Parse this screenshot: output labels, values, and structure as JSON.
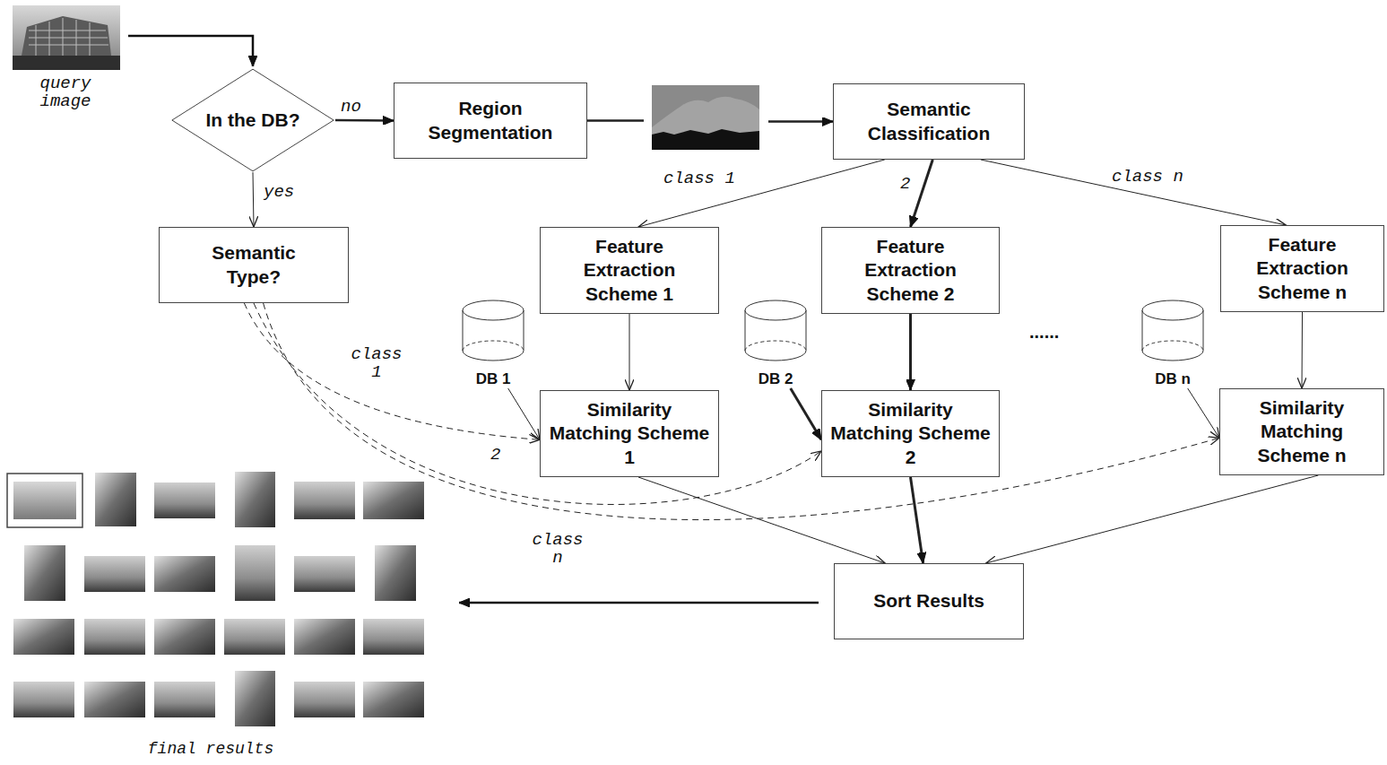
{
  "diagram": {
    "nodes": [
      {
        "text": [
          "In the DB?"
        ]
      },
      {
        "text": [
          "Region Segmentation"
        ]
      },
      {
        "text": [
          "Semantic Classification"
        ]
      },
      {
        "text": [
          "Semantic Type?"
        ]
      },
      {
        "text": [
          "Feature Extraction Scheme 1"
        ]
      },
      {
        "text": [
          "Feature Extraction Scheme 2"
        ]
      },
      {
        "text": [
          "Feature Extraction Scheme n"
        ]
      },
      {
        "text": [
          "DB 1"
        ]
      },
      {
        "text": [
          "Similarity Matching Scheme 1"
        ]
      },
      {
        "text": [
          "DB 2"
        ]
      },
      {
        "text": [
          "Similarity Matching Scheme 2"
        ]
      },
      {
        "text": [
          "DB n"
        ]
      },
      {
        "text": [
          "Similarity Matching Scheme n"
        ]
      },
      {
        "text": [
          "Sort Results"
        ]
      }
    ],
    "edges": [
      {
        "from": 0,
        "to": 1,
        "arrow": "to",
        "label": "no"
      },
      {
        "from": 1,
        "to": 2,
        "arrow": "to"
      },
      {
        "from": 0,
        "to": 3,
        "arrow": "to",
        "label": "yes"
      },
      {
        "from": 2,
        "to": 4,
        "arrow": "to",
        "label": "class 1"
      },
      {
        "from": 2,
        "to": 5,
        "arrow": "to",
        "label": "2"
      },
      {
        "from": 2,
        "to": 6,
        "arrow": "to",
        "label": "class n"
      },
      {
        "from": 4,
        "to": 8,
        "arrow": "to"
      },
      {
        "from": 5,
        "to": 10,
        "arrow": "to"
      },
      {
        "from": 6,
        "to": 12,
        "arrow": "to"
      },
      {
        "from": 7,
        "to": 8,
        "arrow": "to"
      },
      {
        "from": 9,
        "to": 10,
        "arrow": "to"
      },
      {
        "from": 11,
        "to": 12,
        "arrow": "to"
      },
      {
        "from": 3,
        "to": 8,
        "arrow": "to",
        "label": "class 1"
      },
      {
        "from": 3,
        "to": 10,
        "arrow": "to",
        "label": "2"
      },
      {
        "from": 3,
        "to": 12,
        "arrow": "to",
        "label": "class n"
      },
      {
        "from": 8,
        "to": 13,
        "arrow": "to"
      },
      {
        "from": 10,
        "to": 13,
        "arrow": "to"
      },
      {
        "from": 12,
        "to": 13,
        "arrow": "to"
      }
    ],
    "labels": [
      "query image",
      "......",
      "final results"
    ]
  }
}
